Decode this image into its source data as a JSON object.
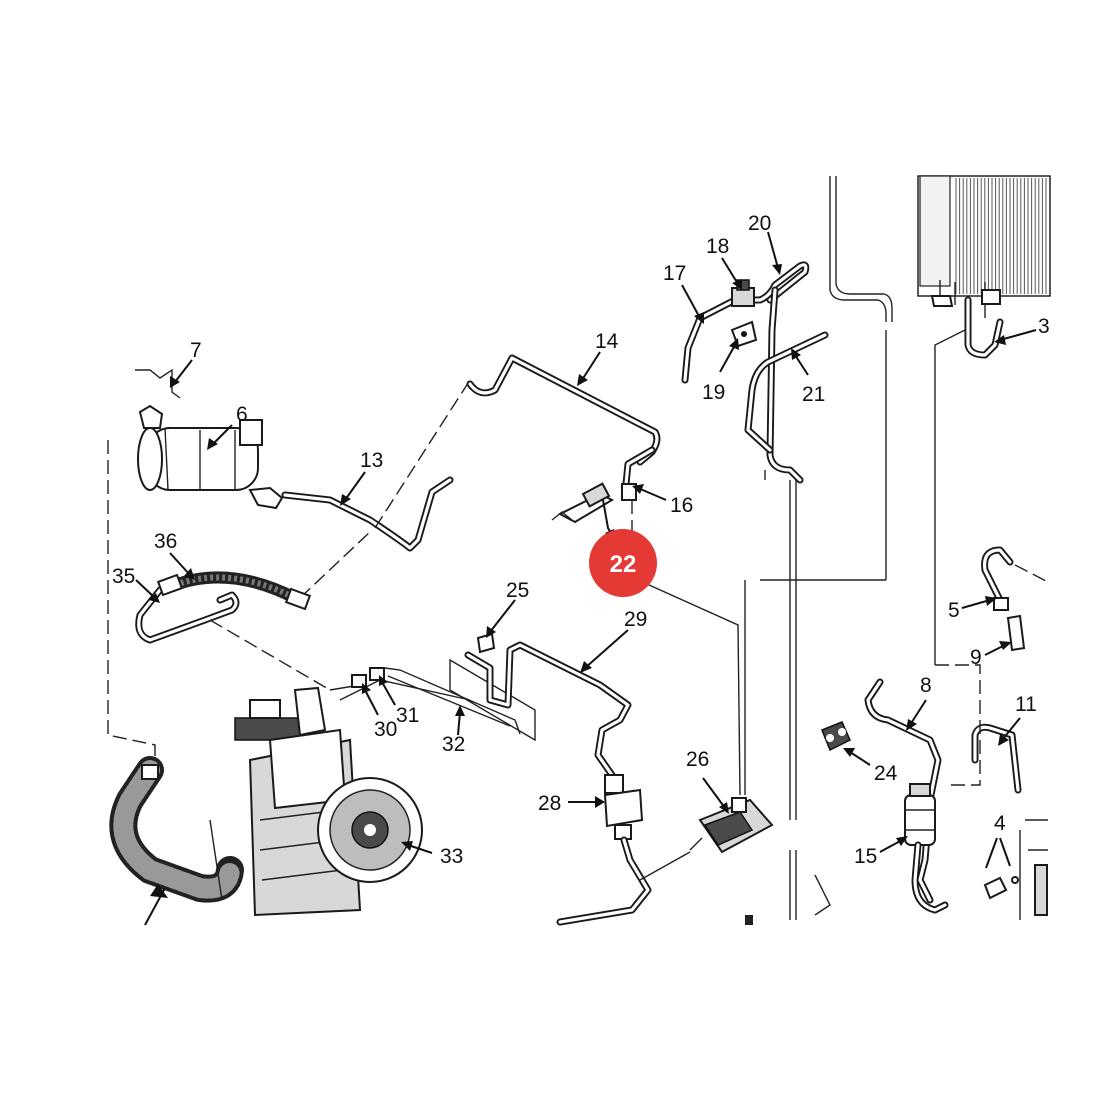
{
  "diagram": {
    "highlight": {
      "label": "22",
      "color": "#e53935"
    },
    "callouts": [
      {
        "id": "7",
        "label": "7"
      },
      {
        "id": "6",
        "label": "6"
      },
      {
        "id": "13",
        "label": "13"
      },
      {
        "id": "14",
        "label": "14"
      },
      {
        "id": "17",
        "label": "17"
      },
      {
        "id": "18",
        "label": "18"
      },
      {
        "id": "20",
        "label": "20"
      },
      {
        "id": "19",
        "label": "19"
      },
      {
        "id": "21",
        "label": "21"
      },
      {
        "id": "16",
        "label": "16"
      },
      {
        "id": "3",
        "label": "3"
      },
      {
        "id": "36",
        "label": "36"
      },
      {
        "id": "35",
        "label": "35"
      },
      {
        "id": "25",
        "label": "25"
      },
      {
        "id": "29",
        "label": "29"
      },
      {
        "id": "5",
        "label": "5"
      },
      {
        "id": "9",
        "label": "9"
      },
      {
        "id": "30",
        "label": "30"
      },
      {
        "id": "31",
        "label": "31"
      },
      {
        "id": "32",
        "label": "32"
      },
      {
        "id": "8",
        "label": "8"
      },
      {
        "id": "11",
        "label": "11"
      },
      {
        "id": "26",
        "label": "26"
      },
      {
        "id": "24",
        "label": "24"
      },
      {
        "id": "28",
        "label": "28"
      },
      {
        "id": "33",
        "label": "33"
      },
      {
        "id": "4",
        "label": "4"
      },
      {
        "id": "15",
        "label": "15"
      }
    ]
  }
}
